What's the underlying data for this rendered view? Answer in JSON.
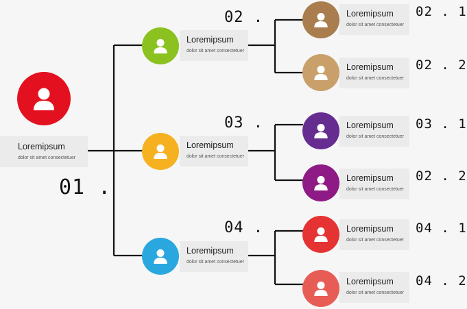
{
  "root": {
    "number": "01 .",
    "title": "Loremipsum",
    "subtitle": "dolor sit amet consectetuer",
    "color": "#e3111f",
    "icon": "person-icon"
  },
  "branches": [
    {
      "number": "02 .",
      "title": "Loremipsum",
      "subtitle": "dolor sit amet consectetuer",
      "color": "#8cc21f",
      "icon": "person-icon",
      "children": [
        {
          "number": "02 . 1",
          "title": "Loremipsum",
          "subtitle": "dolor sit amet consectetuer",
          "color": "#a97d4d",
          "icon": "person-icon"
        },
        {
          "number": "02 . 2",
          "title": "Loremipsum",
          "subtitle": "dolor sit amet consectetuer",
          "color": "#c9a06a",
          "icon": "person-icon"
        }
      ]
    },
    {
      "number": "03 .",
      "title": "Loremipsum",
      "subtitle": "dolor sit amet consectetuer",
      "color": "#f5b120",
      "icon": "person-icon",
      "children": [
        {
          "number": "03 . 1",
          "title": "Loremipsum",
          "subtitle": "dolor sit amet consectetuer",
          "color": "#662d91",
          "icon": "person-icon"
        },
        {
          "number": "02 . 2",
          "title": "Loremipsum",
          "subtitle": "dolor sit amet consectetuer",
          "color": "#8e1b85",
          "icon": "person-icon"
        }
      ]
    },
    {
      "number": "04 .",
      "title": "Loremipsum",
      "subtitle": "dolor sit amet consectetuer",
      "color": "#2aa7df",
      "icon": "person-icon",
      "children": [
        {
          "number": "04 . 1",
          "title": "Loremipsum",
          "subtitle": "dolor sit amet consectetuer",
          "color": "#e53232",
          "icon": "person-icon"
        },
        {
          "number": "04 . 2",
          "title": "Loremipsum",
          "subtitle": "dolor sit amet consectetuer",
          "color": "#e85c56",
          "icon": "person-icon"
        }
      ]
    }
  ]
}
